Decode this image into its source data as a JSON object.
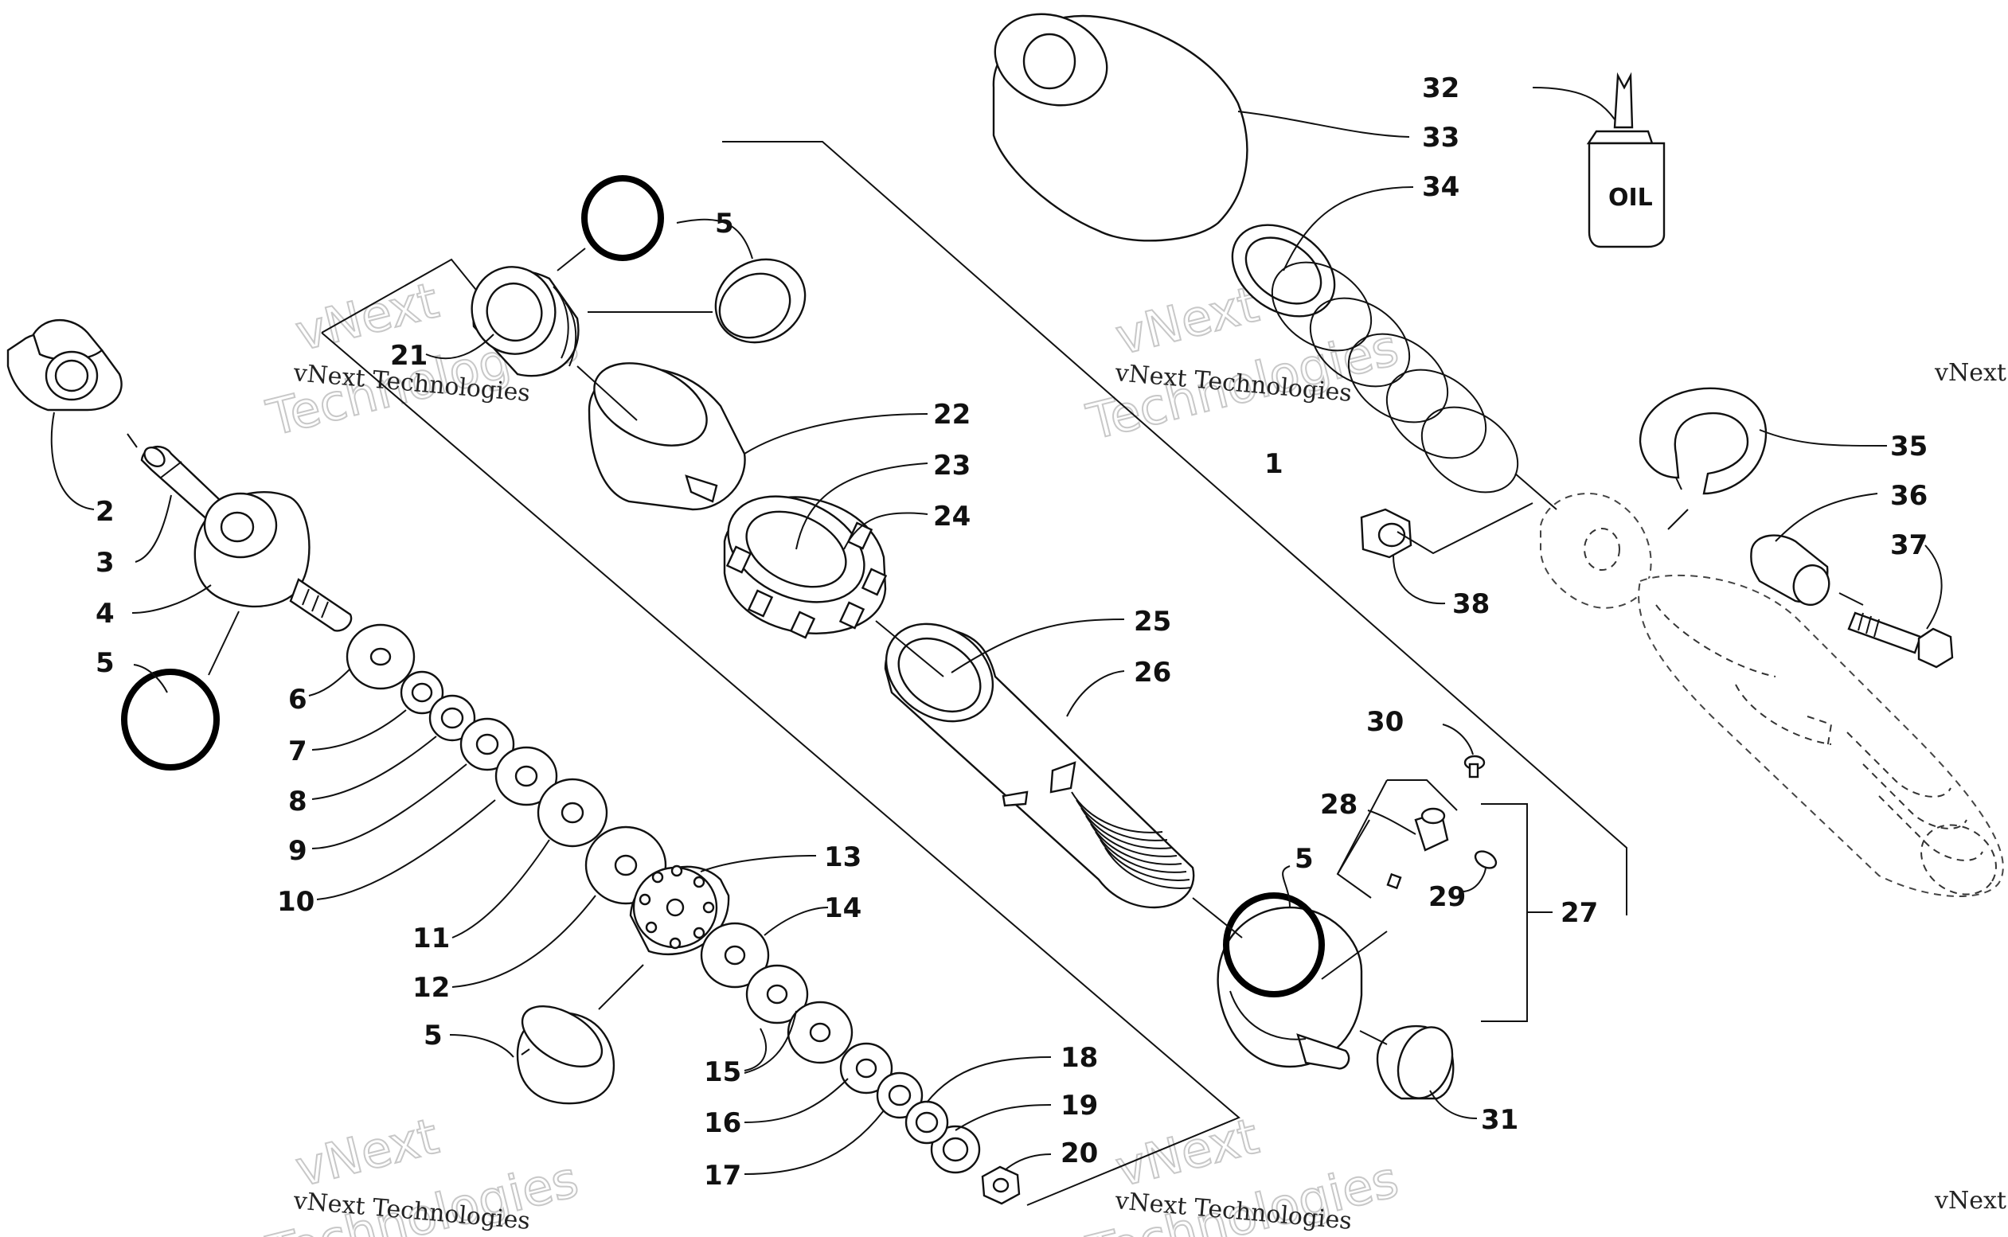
{
  "callouts": [
    {
      "id": "c1",
      "label": "1"
    },
    {
      "id": "c2",
      "label": "2"
    },
    {
      "id": "c3",
      "label": "3"
    },
    {
      "id": "c4",
      "label": "4"
    },
    {
      "id": "c5a",
      "label": "5"
    },
    {
      "id": "c5b",
      "label": "5"
    },
    {
      "id": "c5c",
      "label": "5"
    },
    {
      "id": "c5d",
      "label": "5"
    },
    {
      "id": "c6",
      "label": "6"
    },
    {
      "id": "c7",
      "label": "7"
    },
    {
      "id": "c8",
      "label": "8"
    },
    {
      "id": "c9",
      "label": "9"
    },
    {
      "id": "c10",
      "label": "10"
    },
    {
      "id": "c11",
      "label": "11"
    },
    {
      "id": "c12",
      "label": "12"
    },
    {
      "id": "c13",
      "label": "13"
    },
    {
      "id": "c14",
      "label": "14"
    },
    {
      "id": "c15",
      "label": "15"
    },
    {
      "id": "c16",
      "label": "16"
    },
    {
      "id": "c17",
      "label": "17"
    },
    {
      "id": "c18",
      "label": "18"
    },
    {
      "id": "c19",
      "label": "19"
    },
    {
      "id": "c20",
      "label": "20"
    },
    {
      "id": "c21",
      "label": "21"
    },
    {
      "id": "c22",
      "label": "22"
    },
    {
      "id": "c23",
      "label": "23"
    },
    {
      "id": "c24",
      "label": "24"
    },
    {
      "id": "c25",
      "label": "25"
    },
    {
      "id": "c26",
      "label": "26"
    },
    {
      "id": "c27",
      "label": "27"
    },
    {
      "id": "c28",
      "label": "28"
    },
    {
      "id": "c29",
      "label": "29"
    },
    {
      "id": "c30",
      "label": "30"
    },
    {
      "id": "c31",
      "label": "31"
    },
    {
      "id": "c32",
      "label": "32"
    },
    {
      "id": "c33",
      "label": "33"
    },
    {
      "id": "c34",
      "label": "34"
    },
    {
      "id": "c35",
      "label": "35"
    },
    {
      "id": "c36",
      "label": "36"
    },
    {
      "id": "c37",
      "label": "37"
    },
    {
      "id": "c38",
      "label": "38"
    }
  ],
  "oil_bottle_label": "OIL",
  "watermark": {
    "small": "vNext Technologies",
    "big_top": "vNext",
    "big_bottom": "Technologies"
  }
}
